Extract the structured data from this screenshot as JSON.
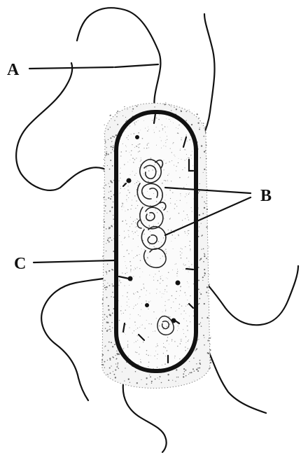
{
  "labels": {
    "a": "A",
    "b": "B",
    "c": "C"
  },
  "colors": {
    "ink": "#111111",
    "capsule_stipple": "#6e6e6e",
    "cytoplasm_dots": "#9a9a9a",
    "background": "#ffffff"
  }
}
